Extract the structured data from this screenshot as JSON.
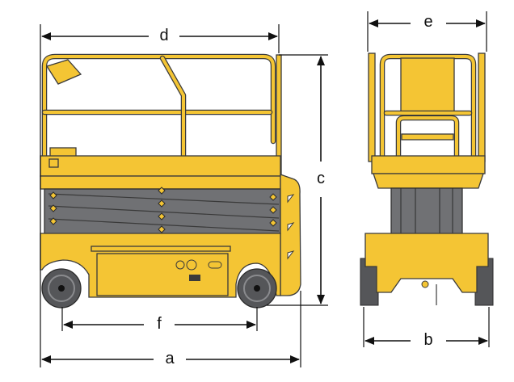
{
  "dimensions": {
    "d": "d",
    "c": "c",
    "a": "a",
    "f": "f",
    "e": "e",
    "b": "b"
  },
  "colors": {
    "machine": "#f4c534",
    "scissor": "#707174",
    "wheel": "#555659"
  }
}
